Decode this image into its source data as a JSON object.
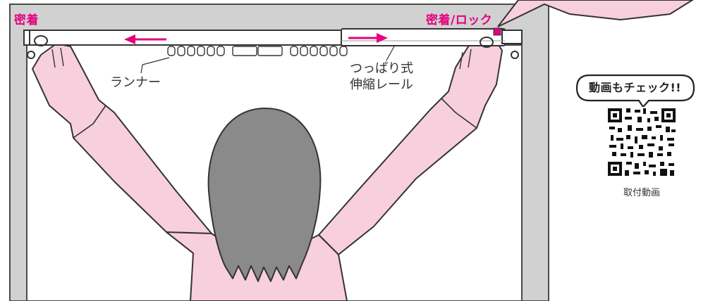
{
  "labels": {
    "left_seal": "密着",
    "right_seal_lock": "密着/ロック",
    "runner": "ランナー",
    "rail_line1": "つっぱり式",
    "rail_line2": "伸縮レール"
  },
  "qr": {
    "badge": "動画もチェック!!",
    "caption": "取付動画"
  },
  "colors": {
    "accent": "#e4007f",
    "wall": "#d1d1d1",
    "skin": "#f8cfdc",
    "hair": "#8a8a8a"
  },
  "icons": [
    "arrow-left-icon",
    "arrow-right-icon",
    "qr-code-icon",
    "speech-bubble-icon"
  ]
}
